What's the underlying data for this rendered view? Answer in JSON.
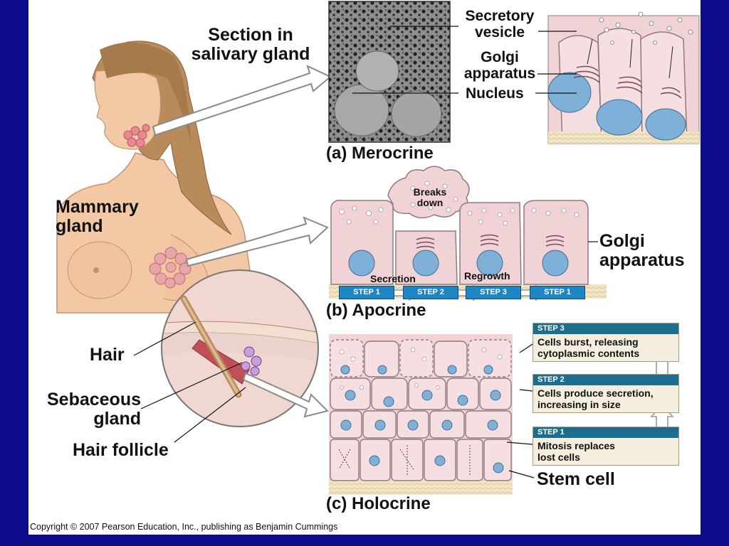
{
  "labels": {
    "section_title": "Section in\nsalivary gland",
    "secretory_vesicle": "Secretory\nvesicle",
    "golgi_a": "Golgi\napparatus",
    "nucleus": "Nucleus",
    "mammary": "Mammary\ngland",
    "breaks_down": "Breaks\ndown",
    "golgi_b": "Golgi\napparatus",
    "secretion": "Secretion",
    "regrowth": "Regrowth",
    "hair": "Hair",
    "sebaceous": "Sebaceous\ngland",
    "hair_follicle": "Hair follicle",
    "stem_cell": "Stem cell"
  },
  "captions": {
    "merocrine": "(a) Merocrine",
    "apocrine": "(b) Apocrine",
    "holocrine": "(c) Holocrine"
  },
  "apocrine_steps": [
    "STEP 1",
    "STEP 2",
    "STEP 3",
    "STEP 1"
  ],
  "holocrine_steps": [
    {
      "head": "STEP 3",
      "text": "Cells burst, releasing\ncytoplasmic contents"
    },
    {
      "head": "STEP 2",
      "text": "Cells produce secretion,\nincreasing in size"
    },
    {
      "head": "STEP 1",
      "text": "Mitosis replaces\nlost cells"
    }
  ],
  "copyright": "Copyright © 2007 Pearson Education, Inc., publishing as Benjamin Cummings",
  "colors": {
    "background": "#0c0c8a",
    "cell_fill": "#f1d3d6",
    "nucleus_fill": "#7fb0d8",
    "step_tag": "#1e86c5",
    "step_head": "#1c6e8f"
  }
}
